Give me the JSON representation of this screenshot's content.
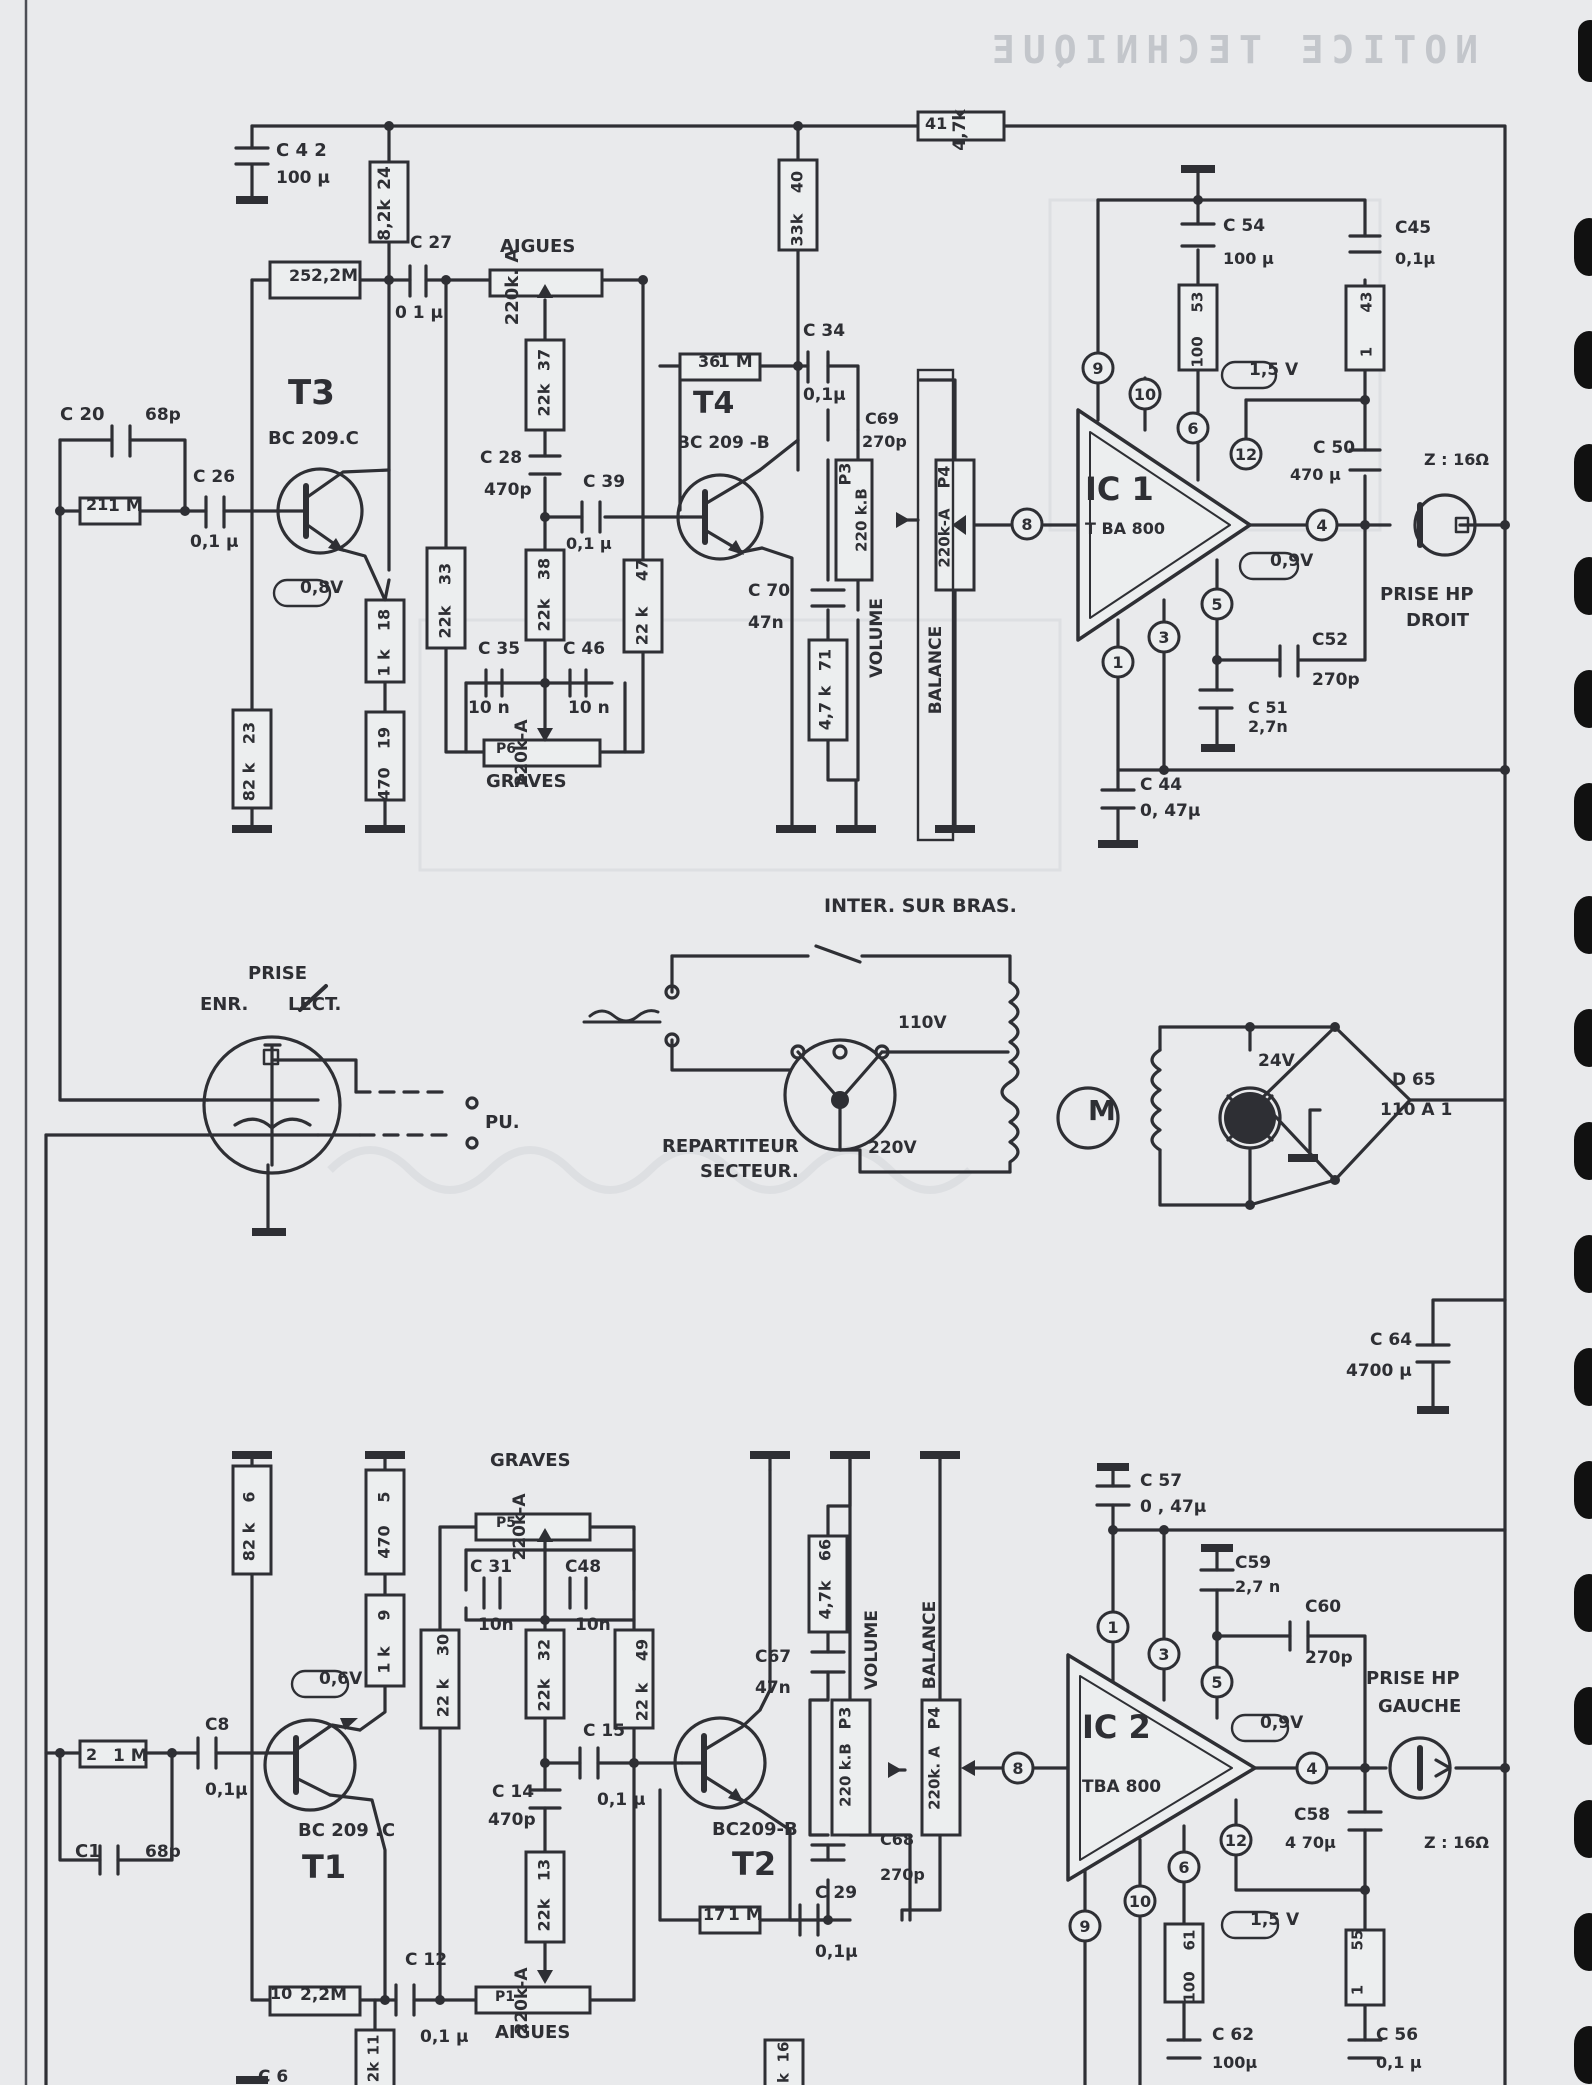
{
  "header": {
    "mirrored_title": "NOTICE TECHNIQUE"
  },
  "labels": [
    [
      "C 4 2",
      276,
      156,
      18
    ],
    [
      "100 µ",
      276,
      183,
      17
    ],
    [
      "24",
      385,
      178,
      17
    ],
    [
      "8,2k",
      385,
      220,
      17
    ],
    [
      "C 27",
      410,
      248,
      17
    ],
    [
      "0 1 µ",
      395,
      318,
      17
    ],
    [
      "AIGUES",
      500,
      252,
      18
    ],
    [
      "25",
      289,
      281,
      16
    ],
    [
      "2,2M",
      311,
      281,
      17
    ],
    [
      "220k. A",
      513,
      287,
      18
    ],
    [
      "C 20",
      60,
      420,
      18
    ],
    [
      "68p",
      145,
      420,
      17
    ],
    [
      "T3",
      288,
      404,
      34
    ],
    [
      "BC 209.C",
      268,
      444,
      18
    ],
    [
      "C 26",
      193,
      482,
      17
    ],
    [
      "21",
      86,
      510,
      16
    ],
    [
      "1 M",
      108,
      511,
      17
    ],
    [
      "0,1 µ",
      190,
      547,
      17
    ],
    [
      "0,8V",
      300,
      593,
      17
    ],
    [
      "18",
      385,
      620,
      16
    ],
    [
      "1 k",
      385,
      663,
      16
    ],
    [
      "19",
      385,
      738,
      16
    ],
    [
      "470",
      385,
      784,
      16
    ],
    [
      "23",
      250,
      733,
      16
    ],
    [
      "82 k",
      250,
      782,
      16
    ],
    [
      "37",
      545,
      360,
      16
    ],
    [
      "22k",
      545,
      400,
      16
    ],
    [
      "C 28",
      480,
      463,
      17
    ],
    [
      "470p",
      484,
      495,
      17
    ],
    [
      "C 39",
      583,
      487,
      17
    ],
    [
      "0,1 µ",
      566,
      549,
      16
    ],
    [
      "33",
      446,
      574,
      16
    ],
    [
      "22k",
      446,
      622,
      16
    ],
    [
      "38",
      545,
      569,
      16
    ],
    [
      "22k",
      545,
      615,
      16
    ],
    [
      "47",
      643,
      570,
      16
    ],
    [
      "22 k",
      643,
      626,
      16
    ],
    [
      "C 35",
      478,
      654,
      17
    ],
    [
      "C 46",
      563,
      654,
      17
    ],
    [
      "10 n",
      468,
      713,
      17
    ],
    [
      "10 n",
      568,
      713,
      17
    ],
    [
      "P6",
      496,
      753,
      14
    ],
    [
      "220k-A",
      522,
      753,
      17
    ],
    [
      "GRAVES",
      486,
      787,
      18
    ],
    [
      "40",
      798,
      182,
      16
    ],
    [
      "33k",
      798,
      230,
      16
    ],
    [
      "36",
      698,
      367,
      16
    ],
    [
      "1 M",
      718,
      367,
      17
    ],
    [
      "T4",
      693,
      413,
      30
    ],
    [
      "BC 209 -B",
      677,
      448,
      17
    ],
    [
      "C 34",
      803,
      336,
      17
    ],
    [
      "0,1µ",
      803,
      400,
      17
    ],
    [
      "C69",
      865,
      424,
      16
    ],
    [
      "270p",
      862,
      447,
      16
    ],
    [
      "P3",
      846,
      474,
      16
    ],
    [
      "220 k.B",
      862,
      520,
      15
    ],
    [
      "P4",
      945,
      477,
      16
    ],
    [
      "220k-A",
      945,
      538,
      15
    ],
    [
      "VOLUME",
      877,
      638,
      17
    ],
    [
      "BALANCE",
      936,
      670,
      17
    ],
    [
      "C 70",
      748,
      596,
      17
    ],
    [
      "47n",
      748,
      628,
      17
    ],
    [
      "71",
      826,
      660,
      16
    ],
    [
      "4,7 k",
      826,
      708,
      16
    ],
    [
      "41",
      925,
      129,
      16
    ],
    [
      "4,7k",
      960,
      130,
      17
    ],
    [
      "C 54",
      1223,
      231,
      17
    ],
    [
      "100 µ",
      1223,
      264,
      16
    ],
    [
      "53",
      1198,
      302,
      15
    ],
    [
      "100",
      1198,
      352,
      15
    ],
    [
      "C45",
      1395,
      233,
      17
    ],
    [
      "0,1µ",
      1395,
      264,
      16
    ],
    [
      "43",
      1367,
      302,
      15
    ],
    [
      "1",
      1367,
      352,
      15
    ],
    [
      "1,5 V",
      1249,
      375,
      17
    ],
    [
      "C 50",
      1313,
      453,
      17
    ],
    [
      "470 µ",
      1290,
      480,
      16
    ],
    [
      "Z : 16Ω",
      1424,
      465,
      16
    ],
    [
      "IC 1",
      1085,
      500,
      32
    ],
    [
      "T BA 800",
      1085,
      534,
      16
    ],
    [
      "0,9V",
      1270,
      566,
      17
    ],
    [
      "PRISE HP",
      1380,
      600,
      18
    ],
    [
      "DROIT",
      1406,
      626,
      18
    ],
    [
      "C52",
      1312,
      645,
      17
    ],
    [
      "270p",
      1312,
      685,
      17
    ],
    [
      "C 51",
      1248,
      713,
      16
    ],
    [
      "2,7n",
      1248,
      732,
      16
    ],
    [
      "C 44",
      1140,
      790,
      17
    ],
    [
      "0, 47µ",
      1140,
      816,
      17
    ],
    [
      "INTER.  SUR  BRAS.",
      824,
      912,
      19
    ],
    [
      "110V",
      898,
      1028,
      17
    ],
    [
      "24V",
      1258,
      1066,
      17
    ],
    [
      "D 65",
      1392,
      1085,
      17
    ],
    [
      "110 A 1",
      1380,
      1115,
      17
    ],
    [
      "M",
      1088,
      1120,
      28
    ],
    [
      "REPARTITEUR",
      662,
      1152,
      18
    ],
    [
      "220V",
      868,
      1153,
      17
    ],
    [
      "SECTEUR.",
      700,
      1177,
      18
    ],
    [
      "PRISE",
      248,
      979,
      18
    ],
    [
      "ENR.",
      200,
      1010,
      18
    ],
    [
      "LECT.",
      288,
      1010,
      18
    ],
    [
      "PU.",
      485,
      1128,
      18
    ],
    [
      "C 64",
      1370,
      1345,
      17
    ],
    [
      "4700 µ",
      1346,
      1376,
      17
    ],
    [
      "6",
      250,
      1497,
      16
    ],
    [
      "82 k",
      250,
      1542,
      16
    ],
    [
      "5",
      385,
      1497,
      16
    ],
    [
      "470",
      385,
      1542,
      16
    ],
    [
      "GRAVES",
      490,
      1466,
      18
    ],
    [
      "P5",
      496,
      1527,
      14
    ],
    [
      "220k-A",
      520,
      1527,
      17
    ],
    [
      "C 31",
      470,
      1572,
      17
    ],
    [
      "C48",
      565,
      1572,
      17
    ],
    [
      "10n",
      478,
      1630,
      17
    ],
    [
      "10n",
      575,
      1630,
      17
    ],
    [
      "9",
      385,
      1615,
      16
    ],
    [
      "1 k",
      385,
      1660,
      16
    ],
    [
      "30",
      444,
      1645,
      16
    ],
    [
      "22 k",
      444,
      1698,
      16
    ],
    [
      "32",
      545,
      1650,
      16
    ],
    [
      "22k",
      545,
      1695,
      16
    ],
    [
      "49",
      643,
      1650,
      16
    ],
    [
      "22 k",
      643,
      1702,
      16
    ],
    [
      "0,6V",
      319,
      1684,
      17
    ],
    [
      "C8",
      205,
      1730,
      17
    ],
    [
      "2",
      86,
      1760,
      16
    ],
    [
      "1 M",
      113,
      1761,
      17
    ],
    [
      "C 15",
      583,
      1736,
      17
    ],
    [
      "0,1 µ",
      597,
      1805,
      17
    ],
    [
      "C 14",
      492,
      1797,
      17
    ],
    [
      "470p",
      488,
      1825,
      17
    ],
    [
      "0,1µ",
      205,
      1795,
      17
    ],
    [
      "BC 209 .C",
      298,
      1836,
      18
    ],
    [
      "T1",
      302,
      1878,
      32
    ],
    [
      "C1",
      75,
      1857,
      18
    ],
    [
      "68p",
      145,
      1857,
      17
    ],
    [
      "13",
      545,
      1870,
      16
    ],
    [
      "22k",
      545,
      1915,
      16
    ],
    [
      "C67",
      755,
      1662,
      17
    ],
    [
      "47n",
      755,
      1693,
      17
    ],
    [
      "66",
      826,
      1550,
      16
    ],
    [
      "4,7k",
      826,
      1600,
      16
    ],
    [
      "VOLUME",
      872,
      1650,
      17
    ],
    [
      "BALANCE",
      930,
      1645,
      17
    ],
    [
      "P3",
      846,
      1718,
      16
    ],
    [
      "220 k.B",
      846,
      1775,
      15
    ],
    [
      "P4",
      935,
      1718,
      16
    ],
    [
      "220k. A",
      935,
      1778,
      15
    ],
    [
      "BC209-B",
      712,
      1835,
      18
    ],
    [
      "T2",
      732,
      1875,
      32
    ],
    [
      "C68",
      880,
      1845,
      16
    ],
    [
      "270p",
      880,
      1880,
      16
    ],
    [
      "C 29",
      815,
      1898,
      17
    ],
    [
      "0,1µ",
      815,
      1957,
      17
    ],
    [
      "17",
      703,
      1920,
      16
    ],
    [
      "1 M",
      728,
      1920,
      17
    ],
    [
      "10",
      270,
      1999,
      16
    ],
    [
      "2,2M",
      300,
      2000,
      17
    ],
    [
      "C 12",
      405,
      1965,
      17
    ],
    [
      "0,1 µ",
      420,
      2042,
      17
    ],
    [
      "P1",
      495,
      2001,
      14
    ],
    [
      "220k-A",
      522,
      2001,
      17
    ],
    [
      "AIGUES",
      495,
      2038,
      18
    ],
    [
      "11",
      374,
      2045,
      15
    ],
    [
      "2k",
      374,
      2072,
      15
    ],
    [
      "16",
      784,
      2052,
      15
    ],
    [
      "k",
      784,
      2078,
      15
    ],
    [
      "C 57",
      1140,
      1486,
      17
    ],
    [
      "0 , 47µ",
      1140,
      1512,
      17
    ],
    [
      "C59",
      1235,
      1568,
      17
    ],
    [
      "2,7 n",
      1235,
      1592,
      16
    ],
    [
      "C60",
      1305,
      1612,
      17
    ],
    [
      "270p",
      1305,
      1663,
      17
    ],
    [
      "PRISE HP",
      1366,
      1684,
      18
    ],
    [
      "GAUCHE",
      1378,
      1712,
      18
    ],
    [
      "IC 2",
      1082,
      1738,
      32
    ],
    [
      "TBA 800",
      1082,
      1792,
      17
    ],
    [
      "0,9V",
      1260,
      1728,
      17
    ],
    [
      "C58",
      1294,
      1820,
      17
    ],
    [
      "4 70µ",
      1285,
      1848,
      16
    ],
    [
      "Z : 16Ω",
      1424,
      1848,
      16
    ],
    [
      "1,5 V",
      1250,
      1925,
      17
    ],
    [
      "61",
      1190,
      1940,
      15
    ],
    [
      "100",
      1190,
      1987,
      15
    ],
    [
      "55",
      1358,
      1940,
      15
    ],
    [
      "1",
      1358,
      1990,
      15
    ],
    [
      "C 62",
      1212,
      2040,
      17
    ],
    [
      "100µ",
      1212,
      2068,
      16
    ],
    [
      "C 56",
      1376,
      2040,
      17
    ],
    [
      "0,1 µ",
      1376,
      2068,
      16
    ],
    [
      "C 6",
      258,
      2082,
      17
    ]
  ],
  "pins": [
    [
      "9",
      1098,
      368
    ],
    [
      "10",
      1145,
      394
    ],
    [
      "6",
      1193,
      428
    ],
    [
      "12",
      1246,
      454
    ],
    [
      "8",
      1027,
      524
    ],
    [
      "4",
      1322,
      525
    ],
    [
      "5",
      1217,
      604
    ],
    [
      "3",
      1164,
      637
    ],
    [
      "1",
      1118,
      662
    ],
    [
      "1",
      1113,
      1627
    ],
    [
      "3",
      1164,
      1654
    ],
    [
      "5",
      1217,
      1682
    ],
    [
      "8",
      1018,
      1768
    ],
    [
      "4",
      1312,
      1768
    ],
    [
      "12",
      1236,
      1840
    ],
    [
      "6",
      1184,
      1867
    ],
    [
      "10",
      1140,
      1901
    ],
    [
      "9",
      1085,
      1926
    ]
  ]
}
